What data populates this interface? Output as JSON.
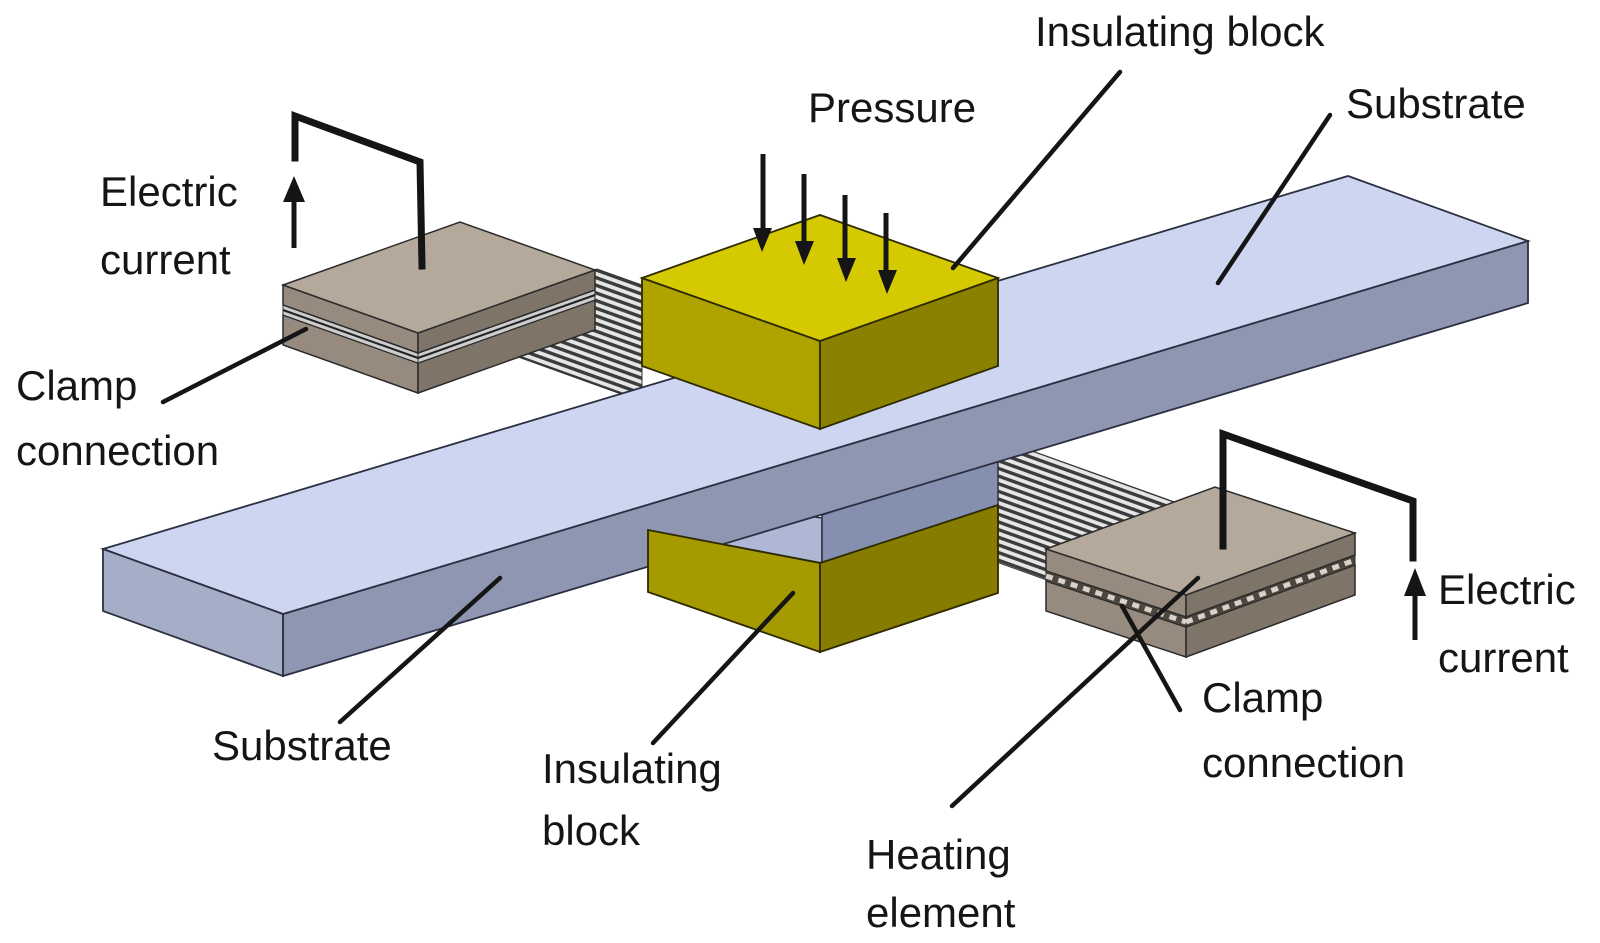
{
  "figure": {
    "type": "isometric-technical-diagram",
    "labels": {
      "insulating_block_top": "Insulating block",
      "pressure": "Pressure",
      "substrate_right": "Substrate",
      "substrate_left": "Substrate",
      "electric_current": [
        "Electric",
        "current"
      ],
      "clamp_connection": [
        "Clamp",
        "connection"
      ],
      "insulating_block_bottom": [
        "Insulating",
        "block"
      ],
      "heating_element": [
        "Heating",
        "element"
      ]
    },
    "pressure_arrow_count": 4,
    "colors": {
      "substrate_top": "#cdd5f0",
      "substrate_front": "#8e96b2",
      "substrate_end": "#a6aec7",
      "substrate2_top": "#aeb8d4",
      "substrate2_front": "#8590b0",
      "insulator_top": "#d5c902",
      "insulator_left": "#afa300",
      "insulator_right": "#8a8100",
      "insulator2_left": "#a59b00",
      "insulator2_right": "#857c00",
      "clamp_top": "#b4a99b",
      "clamp_front_left": "#968b7e",
      "clamp_front_right": "#7e7468",
      "clamp_gap": "#cdcdcd",
      "clamp_gap_dark": "#4e463d",
      "ribbon_light": "#e6e6e6",
      "ribbon_dark": "#3c3c3c",
      "line": "#151515"
    }
  }
}
